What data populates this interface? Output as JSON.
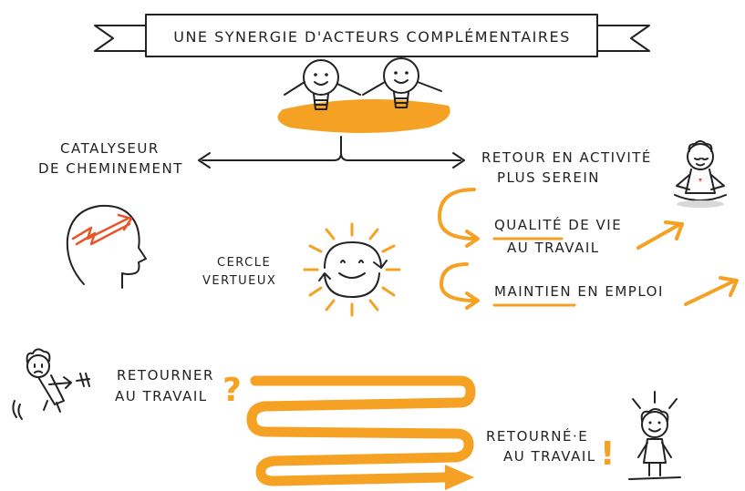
{
  "title": "UNE SYNERGIE D'ACTEURS COMPLÉMENTAIRES",
  "left_label": {
    "line1": "CATALYSEUR",
    "line2": "DE CHEMINEMENT"
  },
  "right_top": {
    "line1": "RETOUR EN ACTIVITÉ",
    "line2": "PLUS SEREIN"
  },
  "quality": {
    "line1": "QUALITÉ DE VIE",
    "line2": "AU TRAVAIL"
  },
  "maintien": {
    "line1": "MAINTIEN EN EMPLOI"
  },
  "cercle": {
    "line1": "CERCLE",
    "line2": "VERTUEUX"
  },
  "retourner": {
    "line1": "RETOURNER",
    "line2": "AU TRAVAIL",
    "mark": "?"
  },
  "retourne": {
    "line1": "RETOURNÉ·E",
    "line2": "AU TRAVAIL",
    "mark": "!"
  },
  "colors": {
    "accent": "#f4a124",
    "accent_red": "#e8552a",
    "ink": "#222222"
  },
  "icons": [
    "lightbulb-icon",
    "head-profile-icon",
    "sun-icon",
    "meditating-person-icon",
    "worried-person-icon",
    "happy-person-icon"
  ]
}
